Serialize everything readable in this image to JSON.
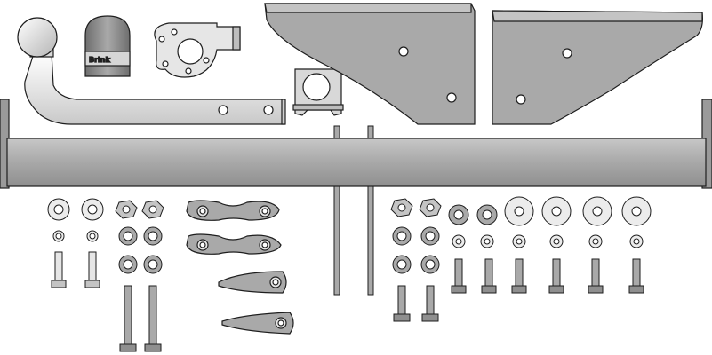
{
  "image": {
    "kind": "technical-illustration",
    "subject": "tow-bar-parts-kit",
    "background": "#ffffff",
    "colors": {
      "outline": "#1e1e1e",
      "light_part": "#e8e8e8",
      "mid_part": "#b8b8b8",
      "dark_part": "#9a9a9a",
      "cap": "#8a8a8a",
      "hole": "#ffffff"
    }
  },
  "parts": {
    "tow_ball": {
      "icon": "tow-ball-arm-icon"
    },
    "protective_cap": {
      "icon": "tow-ball-cap-icon",
      "brand": "Brink"
    },
    "socket_bracket": {
      "icon": "socket-plate-icon"
    },
    "clamp_bracket": {
      "icon": "clamp-bracket-icon"
    },
    "side_brackets": {
      "icon": "side-bracket-icon",
      "count": 2
    },
    "crossbar": {
      "icon": "crossbar-icon"
    },
    "fasteners": {
      "washers": 14,
      "nuts": 4,
      "bolts": 12,
      "connector_plates": 2,
      "tabs": 2,
      "long_rods": 2
    }
  }
}
